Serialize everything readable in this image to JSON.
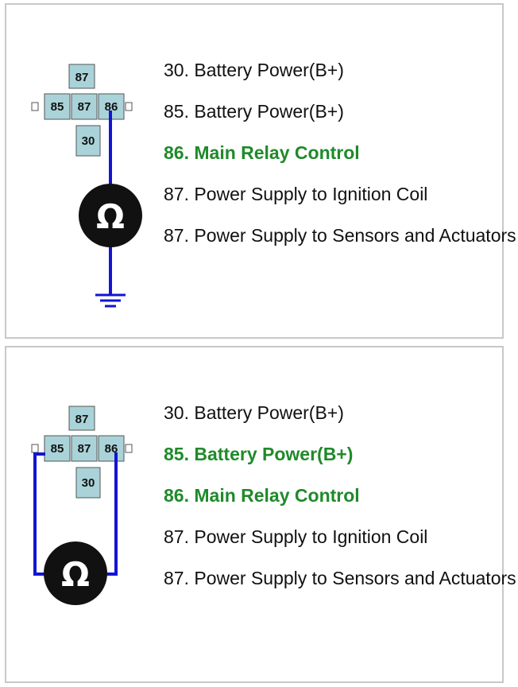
{
  "panels": [
    {
      "relay": {
        "t87_top": "87",
        "t85": "85",
        "t87_mid": "87",
        "t86": "86",
        "t30": "30"
      },
      "meter": {
        "symbol": "Ω"
      },
      "pins": [
        {
          "text": "30. Battery Power(B+)",
          "highlight": false
        },
        {
          "text": "85. Battery Power(B+)",
          "highlight": false
        },
        {
          "text": "86. Main Relay Control",
          "highlight": true
        },
        {
          "text": "87. Power Supply to Ignition Coil",
          "highlight": false
        },
        {
          "text": "87. Power Supply to Sensors and Actuators",
          "highlight": false
        }
      ]
    },
    {
      "relay": {
        "t87_top": "87",
        "t85": "85",
        "t87_mid": "87",
        "t86": "86",
        "t30": "30"
      },
      "meter": {
        "symbol": "Ω"
      },
      "pins": [
        {
          "text": "30. Battery Power(B+)",
          "highlight": false
        },
        {
          "text": "85. Battery Power(B+)",
          "highlight": true
        },
        {
          "text": "86. Main Relay Control",
          "highlight": true
        },
        {
          "text": "87. Power Supply to Ignition Coil",
          "highlight": false
        },
        {
          "text": "87. Power Supply to Sensors and Actuators",
          "highlight": false
        }
      ]
    }
  ],
  "colors": {
    "wire": "#1414d2",
    "terminal_fill": "#a9d3d8",
    "highlight_text": "#1f8a2a"
  }
}
